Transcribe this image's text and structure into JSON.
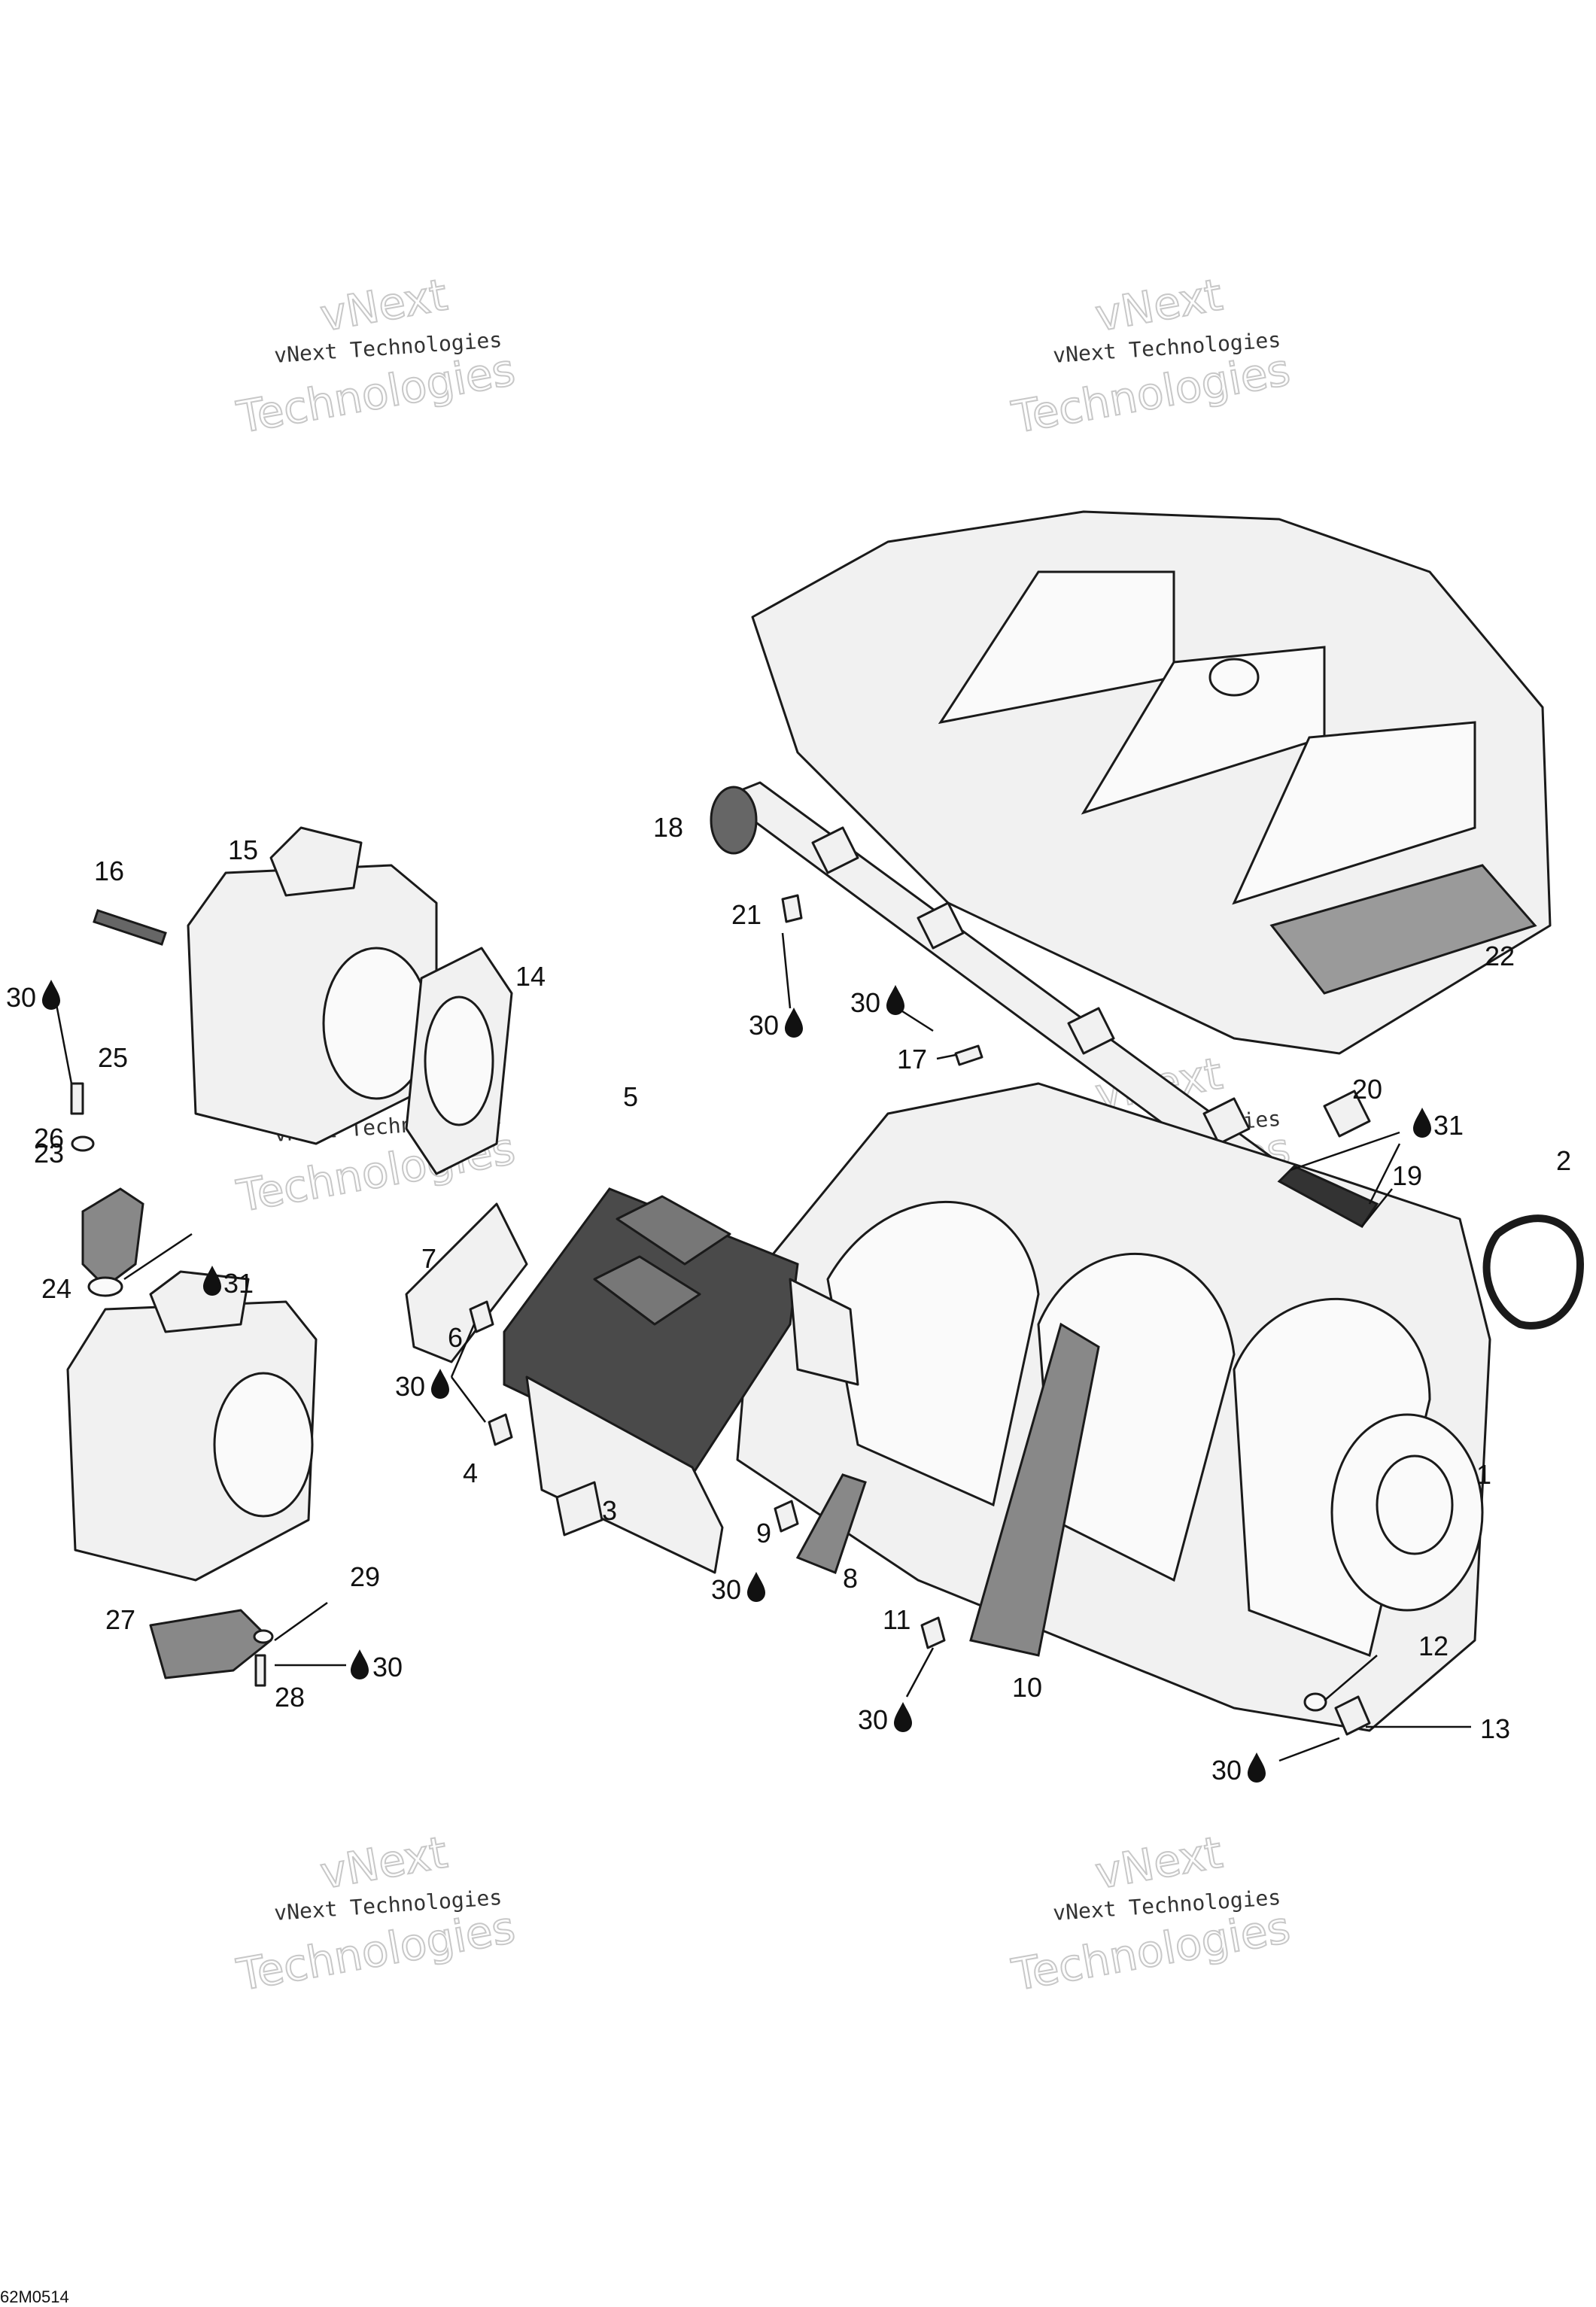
{
  "watermark": {
    "line1": "vNext",
    "line2": "vNext Technologies",
    "line3": "Technologies"
  },
  "drawing_code": "62M0514",
  "callouts": {
    "c1": "1",
    "c2": "2",
    "c3": "3",
    "c4": "4",
    "c5": "5",
    "c6": "6",
    "c7": "7",
    "c8": "8",
    "c9": "9",
    "c10": "10",
    "c11": "11",
    "c12": "12",
    "c13": "13",
    "c14": "14",
    "c15": "15",
    "c16": "16",
    "c17": "17",
    "c18": "18",
    "c19": "19",
    "c20": "20",
    "c21": "21",
    "c22": "22",
    "c23": "23",
    "c24": "24",
    "c25": "25",
    "c26": "26",
    "c27": "27",
    "c28": "28",
    "c29": "29"
  },
  "lubricant_refs": {
    "r30": "30",
    "r31": "31"
  },
  "icons": {
    "lubricant": "drop-icon"
  }
}
